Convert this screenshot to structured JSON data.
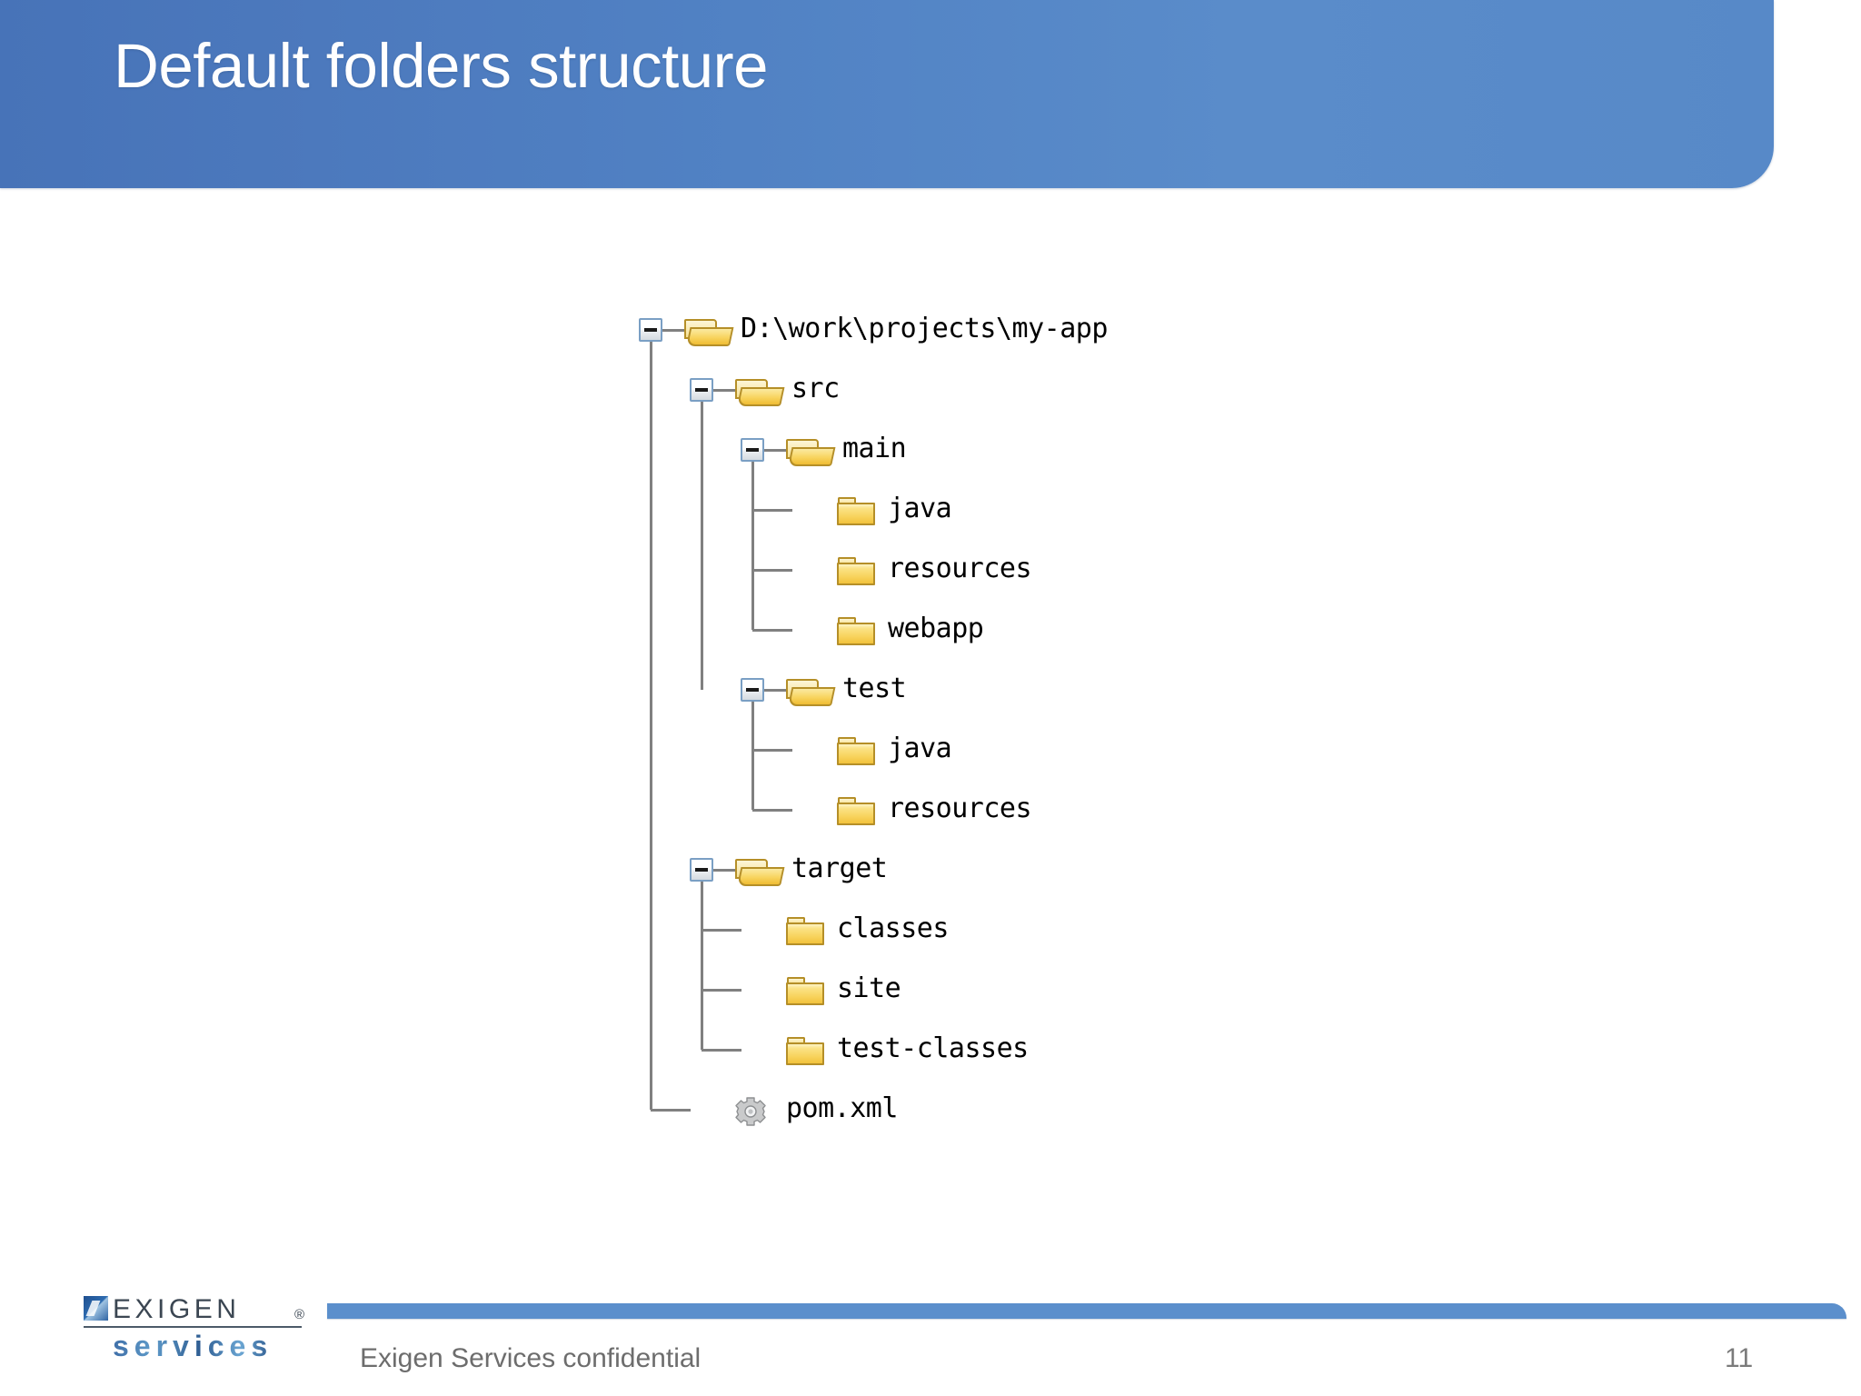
{
  "slide": {
    "title": "Default folders structure",
    "page_number": "11",
    "accent_color": "#5183c5",
    "header_gradient_from": "#4773b8",
    "header_gradient_to": "#5a8cca"
  },
  "footer": {
    "confidentiality_text": "Exigen Services confidential",
    "logo": {
      "mark_icon": "exigen-square-icon",
      "wordmark": "EXIGEN",
      "registered_mark": "®",
      "tagline": "services"
    }
  },
  "tree": {
    "root_path": "D:\\work\\projects\\my-app",
    "nodes": [
      {
        "label": "D:\\work\\projects\\my-app",
        "depth": 0,
        "icon": "open-folder-icon",
        "expander": "minus",
        "expanded": true,
        "last": false
      },
      {
        "label": "src",
        "depth": 1,
        "icon": "open-folder-icon",
        "expander": "minus",
        "expanded": true,
        "last": false
      },
      {
        "label": "main",
        "depth": 2,
        "icon": "open-folder-icon",
        "expander": "minus",
        "expanded": true,
        "last": false
      },
      {
        "label": "java",
        "depth": 3,
        "icon": "closed-folder-icon",
        "expander": "none",
        "expanded": false,
        "last": false
      },
      {
        "label": "resources",
        "depth": 3,
        "icon": "closed-folder-icon",
        "expander": "none",
        "expanded": false,
        "last": false
      },
      {
        "label": "webapp",
        "depth": 3,
        "icon": "closed-folder-icon",
        "expander": "none",
        "expanded": false,
        "last": true
      },
      {
        "label": "test",
        "depth": 2,
        "icon": "open-folder-icon",
        "expander": "minus",
        "expanded": true,
        "last": true
      },
      {
        "label": "java",
        "depth": 3,
        "icon": "closed-folder-icon",
        "expander": "none",
        "expanded": false,
        "last": false
      },
      {
        "label": "resources",
        "depth": 3,
        "icon": "closed-folder-icon",
        "expander": "none",
        "expanded": false,
        "last": true
      },
      {
        "label": "target",
        "depth": 1,
        "icon": "open-folder-icon",
        "expander": "minus",
        "expanded": true,
        "last": false
      },
      {
        "label": "classes",
        "depth": 2,
        "icon": "closed-folder-icon",
        "expander": "none",
        "expanded": false,
        "last": false
      },
      {
        "label": "site",
        "depth": 2,
        "icon": "closed-folder-icon",
        "expander": "none",
        "expanded": false,
        "last": false
      },
      {
        "label": "test-classes",
        "depth": 2,
        "icon": "closed-folder-icon",
        "expander": "none",
        "expanded": false,
        "last": true
      },
      {
        "label": "pom.xml",
        "depth": 1,
        "icon": "gear-icon",
        "expander": "none",
        "expanded": false,
        "last": true
      }
    ]
  }
}
